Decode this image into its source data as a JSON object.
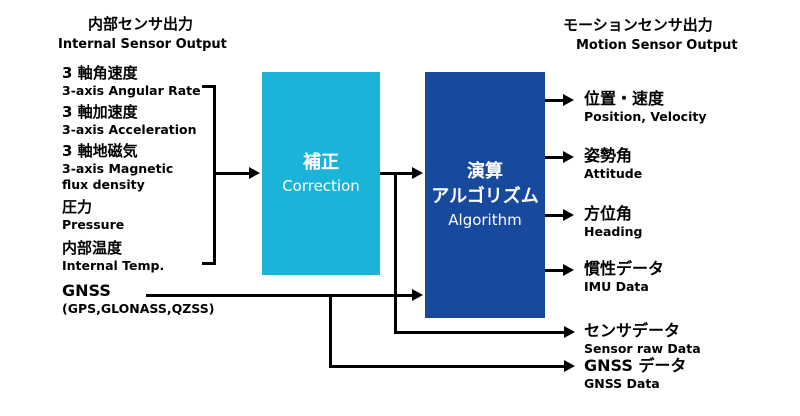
{
  "left": {
    "title_jp": "内部センサ出力",
    "title_en": "Internal Sensor Output",
    "items": [
      {
        "jp": "3 軸角速度",
        "en": "3-axis Angular Rate"
      },
      {
        "jp": "3 軸加速度",
        "en": "3-axis Acceleration"
      },
      {
        "jp": "3 軸地磁気",
        "en": "3-axis Magnetic flux density"
      },
      {
        "jp": "圧力",
        "en": "Pressure"
      },
      {
        "jp": "内部温度",
        "en": "Internal Temp."
      }
    ],
    "gnss": {
      "jp": "GNSS",
      "en": "(GPS,GLONASS,QZSS)"
    }
  },
  "boxes": {
    "correction": {
      "jp": "補正",
      "en": "Correction",
      "color": "#1bb4d8"
    },
    "algorithm": {
      "jp1": "演算",
      "jp2": "アルゴリズム",
      "en": "Algorithm",
      "color": "#17499d"
    }
  },
  "right": {
    "title_jp": "モーションセンサ出力",
    "title_en": "Motion Sensor Output",
    "outputs": [
      {
        "jp": "位置・速度",
        "en": "Position, Velocity"
      },
      {
        "jp": "姿勢角",
        "en": "Attitude"
      },
      {
        "jp": "方位角",
        "en": "Heading"
      },
      {
        "jp": "慣性データ",
        "en": "IMU Data"
      },
      {
        "jp": "センサデータ",
        "en": "Sensor raw Data"
      },
      {
        "jp": "GNSS データ",
        "en": "GNSS Data"
      }
    ]
  },
  "colors": {
    "connector": "#000000",
    "text": "#000000",
    "background": "#ffffff"
  }
}
